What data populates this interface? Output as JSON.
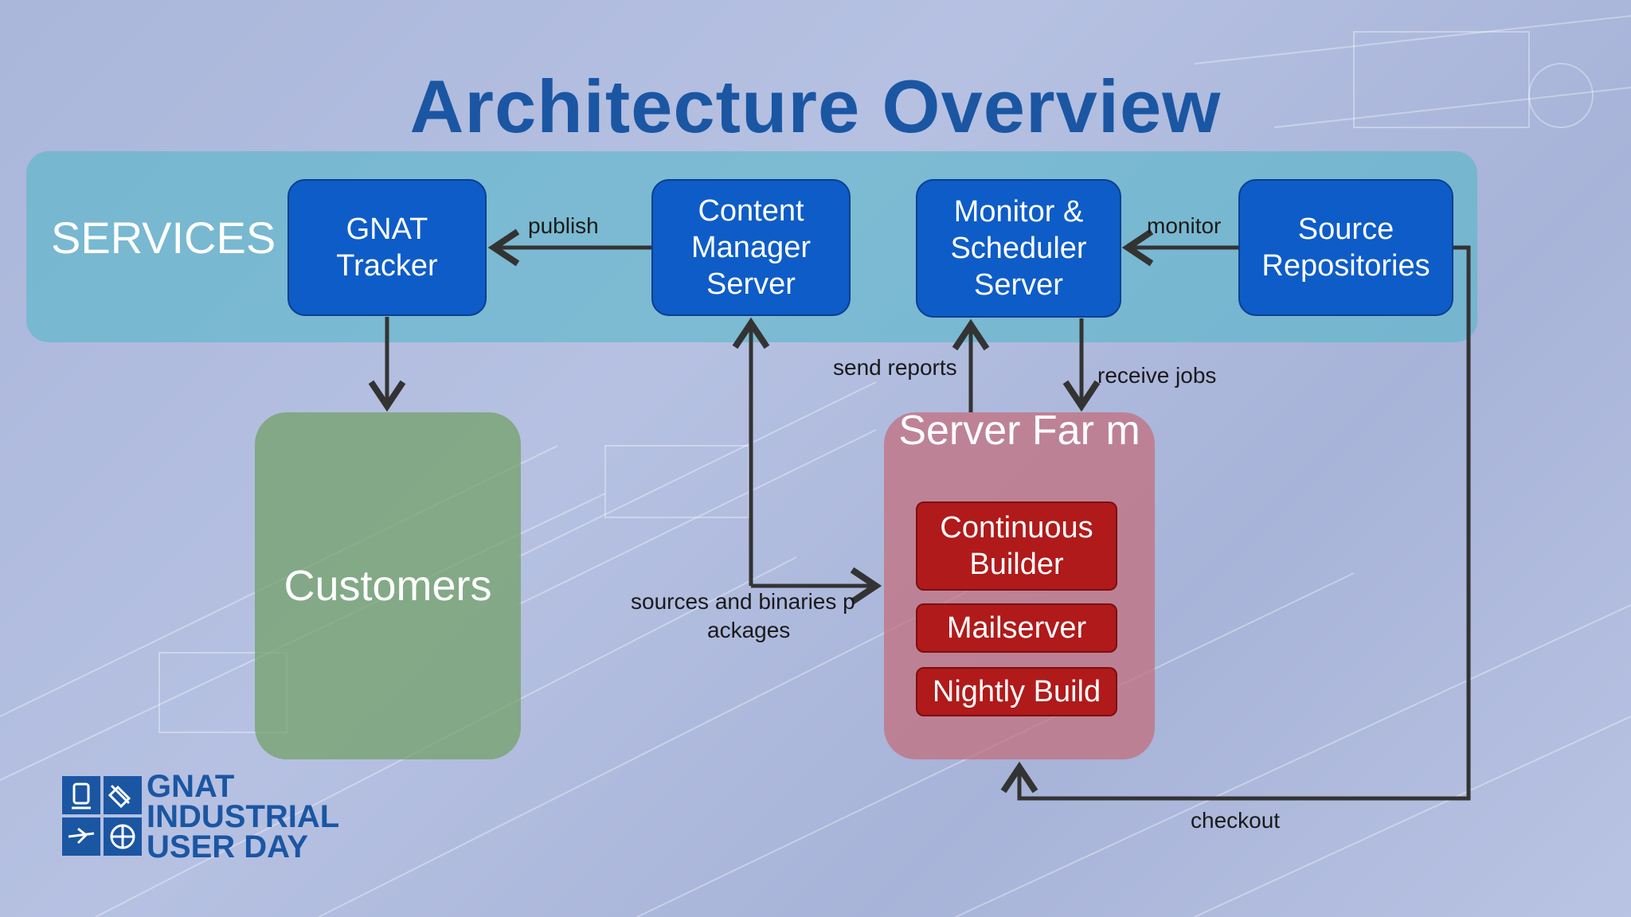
{
  "title": "Architecture Overview",
  "services_label": "SERVICES",
  "nodes": {
    "gnat_tracker": "GNAT\nTracker",
    "content_manager": "Content\nManager\nServer",
    "monitor_scheduler": "Monitor &\nScheduler\nServer",
    "source_repos": "Source\nRepositories",
    "customers": "Customers",
    "server_farm": "Server Far m",
    "continuous_builder": "Continuous\nBuilder",
    "mailserver": "Mailserver",
    "nightly_build": "Nightly Build"
  },
  "edges": {
    "publish": "publish",
    "monitor": "monitor",
    "send_reports": "send reports",
    "receive_jobs": "receive jobs",
    "sources_binaries_line1": "sources and binaries p",
    "sources_binaries_line2": "ackages",
    "checkout": "checkout"
  },
  "logo": {
    "line1": "GNAT",
    "line2": "INDUSTRIAL",
    "line3": "USER DAY"
  },
  "colors": {
    "title": "#1b56a3",
    "service_box": "#0e5cc7",
    "services_band": "#4cb6c6",
    "customers": "#70a064",
    "server_farm": "#c46c7a",
    "farm_box": "#b01a1a",
    "arrow": "#333333"
  }
}
